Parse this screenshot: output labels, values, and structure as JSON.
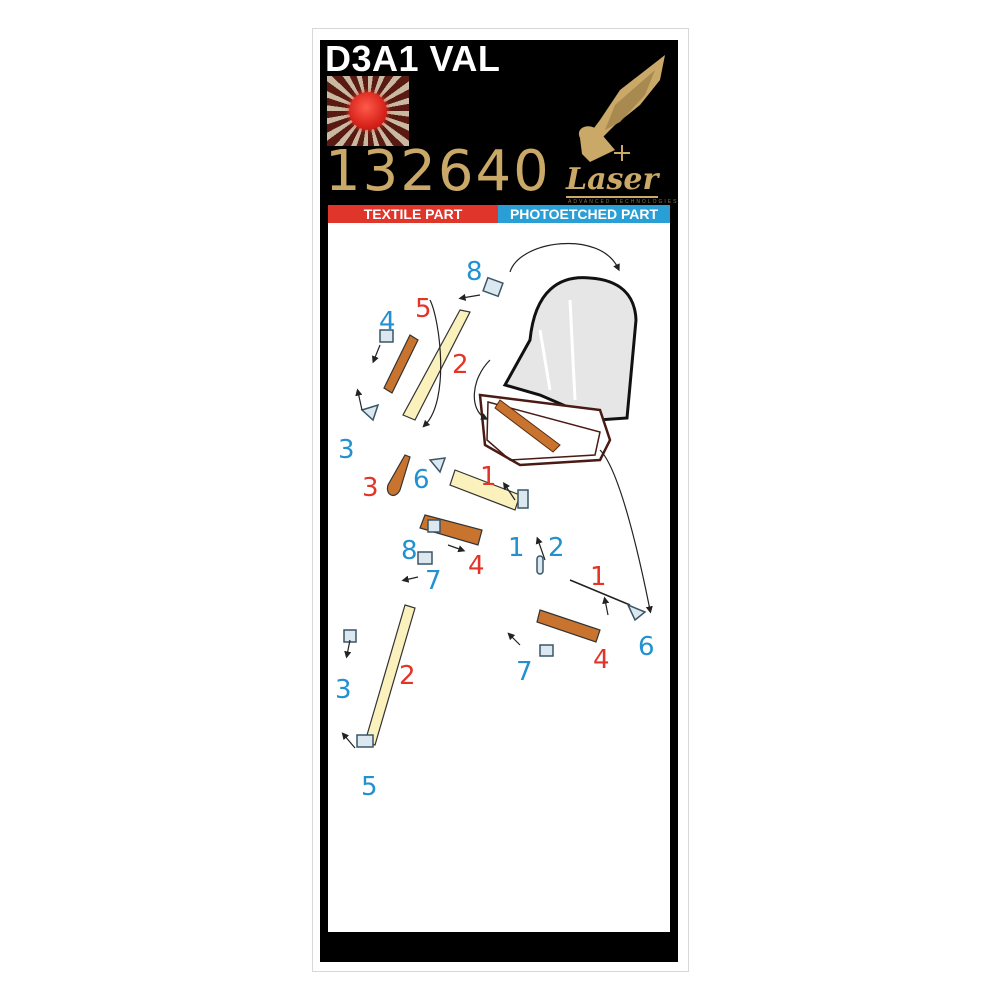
{
  "header": {
    "title": "D3A1 VAL",
    "product_code": "132640",
    "brand": "Laser",
    "brand_tagline": "ADVANCED TECHNOLOGIES"
  },
  "legend": {
    "textile_label": "TEXTILE PART",
    "photoetched_label": "PHOTOETCHED PART",
    "textile_color": "#e0352b",
    "photoetched_color": "#2a9fd6"
  },
  "labels": {
    "photoetched": [
      "8",
      "4",
      "3",
      "6",
      "1",
      "2",
      "8",
      "7",
      "3",
      "5",
      "7",
      "6"
    ],
    "textile": [
      "5",
      "2",
      "3",
      "1",
      "4",
      "1",
      "2",
      "4"
    ]
  }
}
